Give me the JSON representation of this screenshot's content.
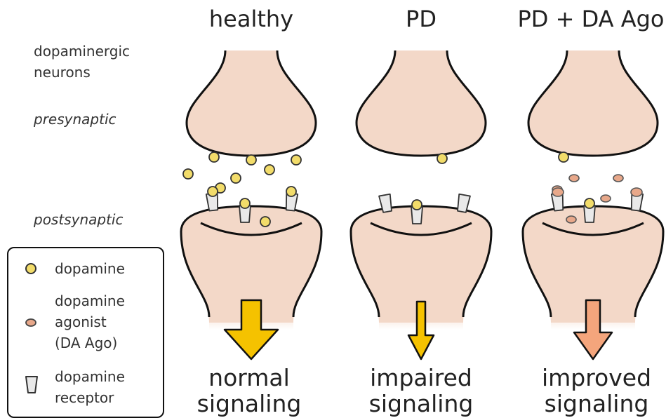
{
  "columns": [
    {
      "id": "healthy",
      "header": "healthy",
      "result_line1": "normal",
      "result_line2": "signaling",
      "arrow": "thick-yellow"
    },
    {
      "id": "pd",
      "header": "PD",
      "result_line1": "impaired",
      "result_line2": "signaling",
      "arrow": "thin-yellow"
    },
    {
      "id": "pd-ago",
      "header": "PD + DA Ago",
      "result_line1": "improved",
      "result_line2": "signaling",
      "arrow": "medium-salmon"
    }
  ],
  "side_labels": {
    "neurons_line1": "dopaminergic",
    "neurons_line2": "neurons",
    "presynaptic": "presynaptic",
    "postsynaptic": "postsynaptic"
  },
  "legend": {
    "dopamine": "dopamine",
    "agonist_line1": "dopamine",
    "agonist_line2": "agonist",
    "agonist_line3": "(DA Ago)",
    "receptor_line1": "dopamine",
    "receptor_line2": "receptor"
  },
  "colors": {
    "cell_fill": "#f3d8c8",
    "dopamine_fill": "#f2dc6a",
    "agonist_fill": "#e8a88a",
    "arrow_yellow": "#f5c200",
    "arrow_salmon": "#f4a57c",
    "receptor_fill": "#e9e9e9",
    "outline": "#111111"
  },
  "icons": [
    "dopamine-icon",
    "agonist-icon",
    "receptor-icon",
    "signal-arrow-icon"
  ]
}
